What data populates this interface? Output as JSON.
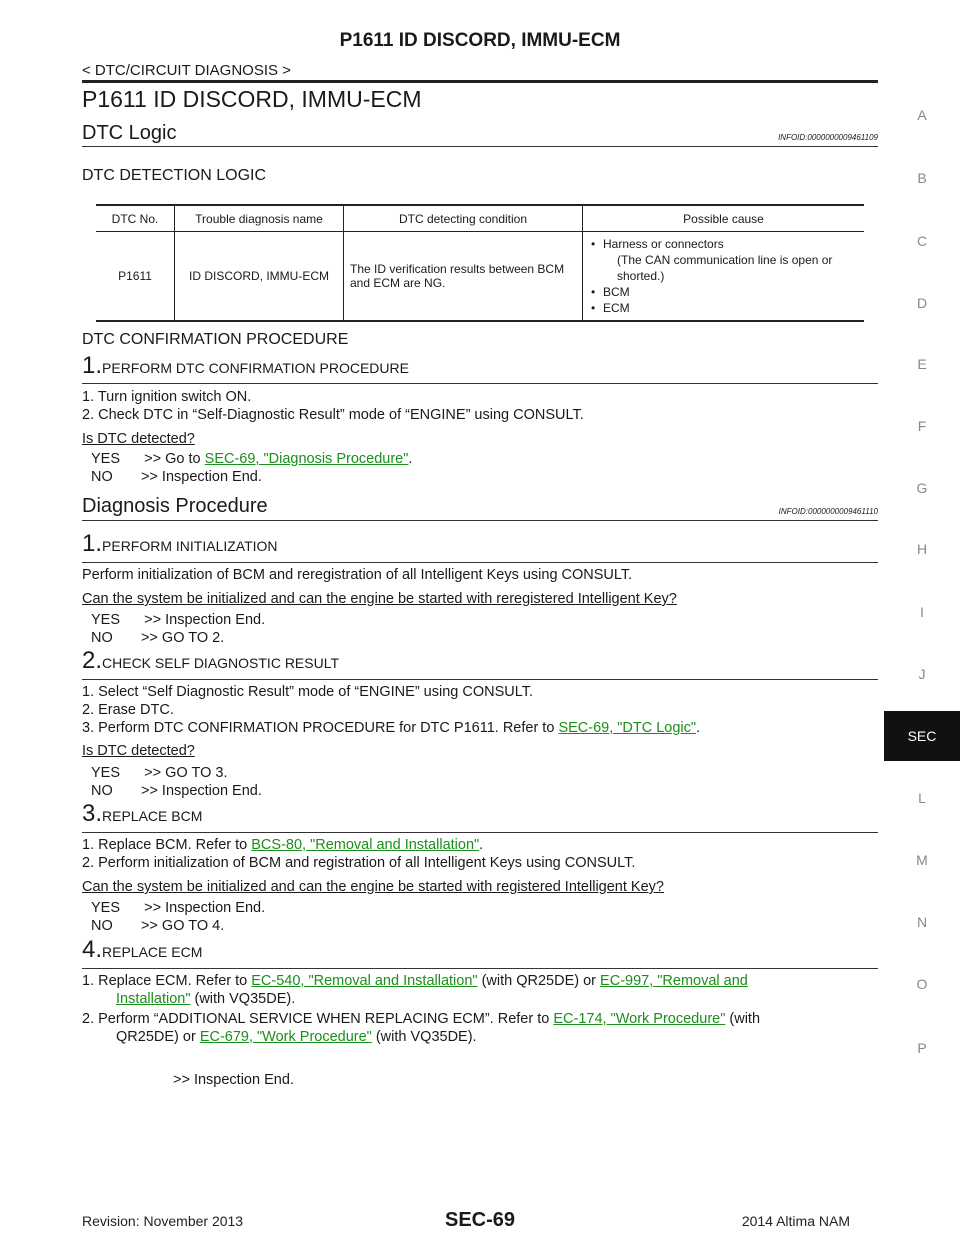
{
  "header": {
    "title": "P1611 ID DISCORD, IMMU-ECM",
    "breadcrumb": "< DTC/CIRCUIT DIAGNOSIS >"
  },
  "main_title": "P1611 ID DISCORD, IMMU-ECM",
  "dtc_logic": {
    "heading": "DTC Logic",
    "infoid": "INFOID:0000000009461109",
    "detection_heading": "DTC DETECTION LOGIC",
    "table": {
      "headers": [
        "DTC No.",
        "Trouble diagnosis name",
        "DTC detecting condition",
        "Possible cause"
      ],
      "row": {
        "dtc": "P1611",
        "name": "ID DISCORD, IMMU-ECM",
        "condition": "The ID verification results between BCM and ECM are NG.",
        "causes": [
          "Harness or connectors",
          "(The CAN communication line is open or shorted.)",
          "BCM",
          "ECM"
        ]
      }
    },
    "confirm_heading": "DTC CONFIRMATION PROCEDURE",
    "step1": {
      "num": "1.",
      "title": "PERFORM DTC CONFIRMATION PROCEDURE",
      "lines": [
        "1. Turn ignition switch ON.",
        "2. Check DTC in “Self-Diagnostic Result” mode of “ENGINE” using CONSULT."
      ],
      "question": "Is DTC detected?",
      "yes_prefix": "YES      >> Go to ",
      "yes_link": "SEC-69, \"Diagnosis Procedure\"",
      "yes_suffix": ".",
      "no": "NO       >> Inspection End."
    }
  },
  "diag": {
    "heading": "Diagnosis Procedure",
    "infoid": "INFOID:0000000009461110",
    "s1": {
      "num": "1.",
      "title": "PERFORM INITIALIZATION",
      "line": "Perform initialization of BCM and reregistration of all Intelligent Keys using CONSULT.",
      "question": "Can the system be initialized and can the engine be started with reregistered Intelligent Key?",
      "yes": "YES      >> Inspection End.",
      "no": "NO       >> GO TO 2."
    },
    "s2": {
      "num": "2.",
      "title": "CHECK SELF DIAGNOSTIC RESULT",
      "line1": "1. Select “Self Diagnostic Result” mode of “ENGINE” using CONSULT.",
      "line2": "2. Erase DTC.",
      "line3_prefix": "3. Perform DTC CONFIRMATION PROCEDURE for DTC P1611. Refer to ",
      "line3_link": "SEC-69, \"DTC Logic\"",
      "line3_suffix": ".",
      "question": "Is DTC detected?",
      "yes": "YES      >> GO TO 3.",
      "no": "NO       >> Inspection End."
    },
    "s3": {
      "num": "3.",
      "title": "REPLACE BCM",
      "line1_prefix": "1. Replace BCM. Refer to ",
      "line1_link": "BCS-80, \"Removal and Installation\"",
      "line1_suffix": ".",
      "line2": "2. Perform initialization of BCM and registration of all Intelligent Keys using CONSULT.",
      "question": "Can the system be initialized and can the engine be started with registered Intelligent Key?",
      "yes": "YES      >> Inspection End.",
      "no": "NO       >> GO TO 4."
    },
    "s4": {
      "num": "4.",
      "title": "REPLACE ECM",
      "l1a": "1. Replace ECM. Refer to ",
      "l1_link1": "EC-540, \"Removal and Installation\"",
      "l1b": " (with QR25DE) or ",
      "l1_link2a": "EC-997, \"Removal and",
      "l1_link2b": "Installation\"",
      "l1c": " (with VQ35DE).",
      "l2a": "2. Perform “ADDITIONAL SERVICE WHEN REPLACING ECM”. Refer to ",
      "l2_link1": "EC-174, \"Work Procedure\"",
      "l2b": " (with",
      "l2c": "QR25DE) or ",
      "l2_link2": "EC-679, \"Work Procedure\"",
      "l2d": " (with VQ35DE).",
      "end": ">> Inspection End."
    }
  },
  "side_index": [
    "A",
    "B",
    "C",
    "D",
    "E",
    "F",
    "G",
    "H",
    "I",
    "J",
    "SEC",
    "L",
    "M",
    "N",
    "O",
    "P"
  ],
  "side_active": "SEC",
  "footer": {
    "revision": "Revision: November 2013",
    "page": "SEC-69",
    "model": "2014 Altima NAM"
  }
}
